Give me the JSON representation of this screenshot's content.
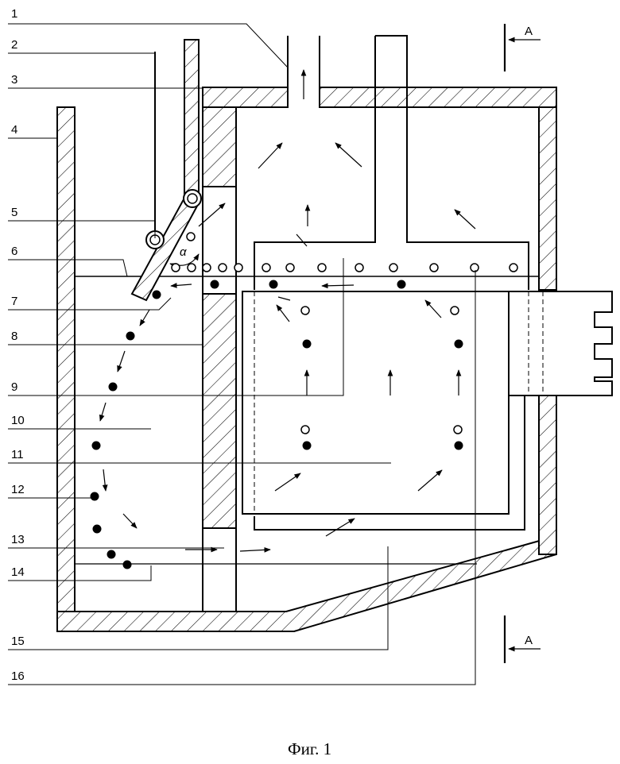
{
  "figure": {
    "caption": "Фиг. 1",
    "section_marker": "А",
    "angle_symbol": "α",
    "callouts": [
      {
        "label": "1"
      },
      {
        "label": "2"
      },
      {
        "label": "3"
      },
      {
        "label": "4"
      },
      {
        "label": "5"
      },
      {
        "label": "6"
      },
      {
        "label": "7"
      },
      {
        "label": "8"
      },
      {
        "label": "9"
      },
      {
        "label": "10"
      },
      {
        "label": "11"
      },
      {
        "label": "12"
      },
      {
        "label": "13"
      },
      {
        "label": "14"
      },
      {
        "label": "15"
      },
      {
        "label": "16"
      }
    ]
  }
}
